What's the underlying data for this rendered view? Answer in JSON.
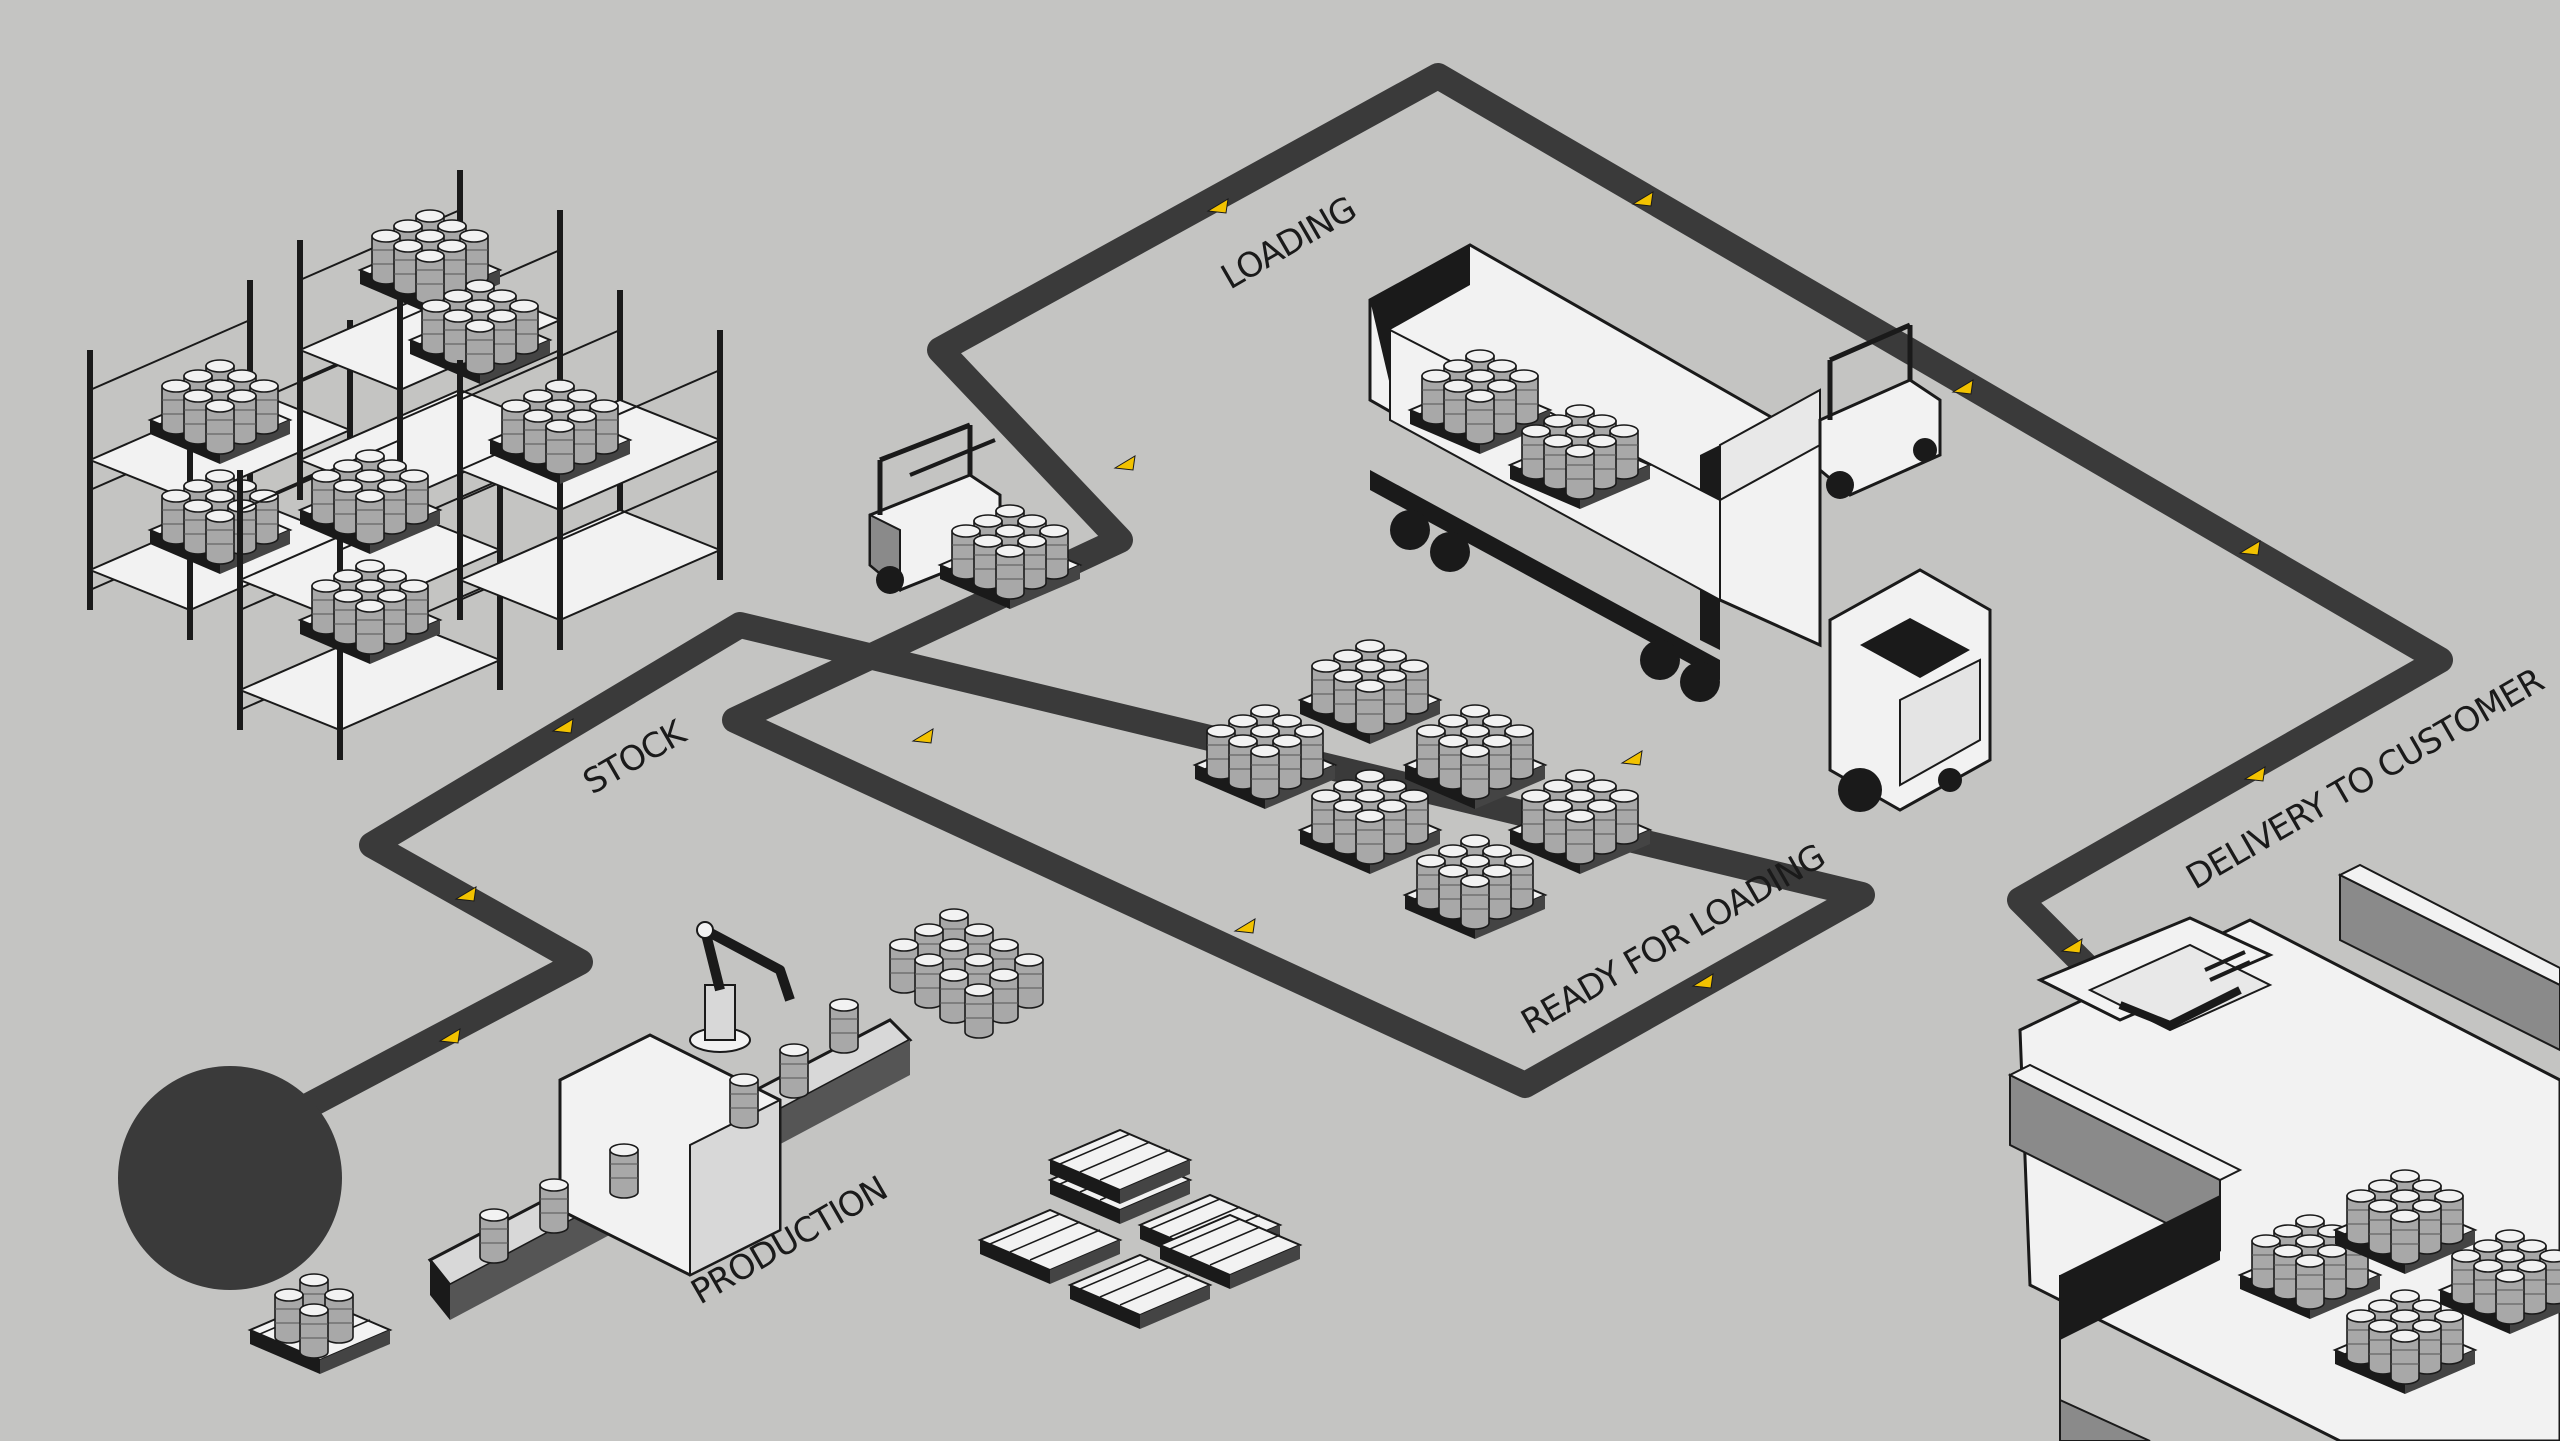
{
  "labels": {
    "loading": "LOADING",
    "stock": "STOCK",
    "ready_for_loading": "READY FOR LOADING",
    "production": "PRODUCTION",
    "delivery_to_customer": "DELIVERY TO CUSTOMER"
  },
  "colors": {
    "floor": "#c4c4c2",
    "track": "#3a3a3a",
    "arrow": "#f2c200",
    "outline": "#1a1a1a",
    "drum": "#a8a8a8",
    "panel": "#f2f2f2"
  },
  "icons": {
    "track_arrows": "yellow-triangle-icon",
    "unloading_symbol": "unloading-icon"
  }
}
